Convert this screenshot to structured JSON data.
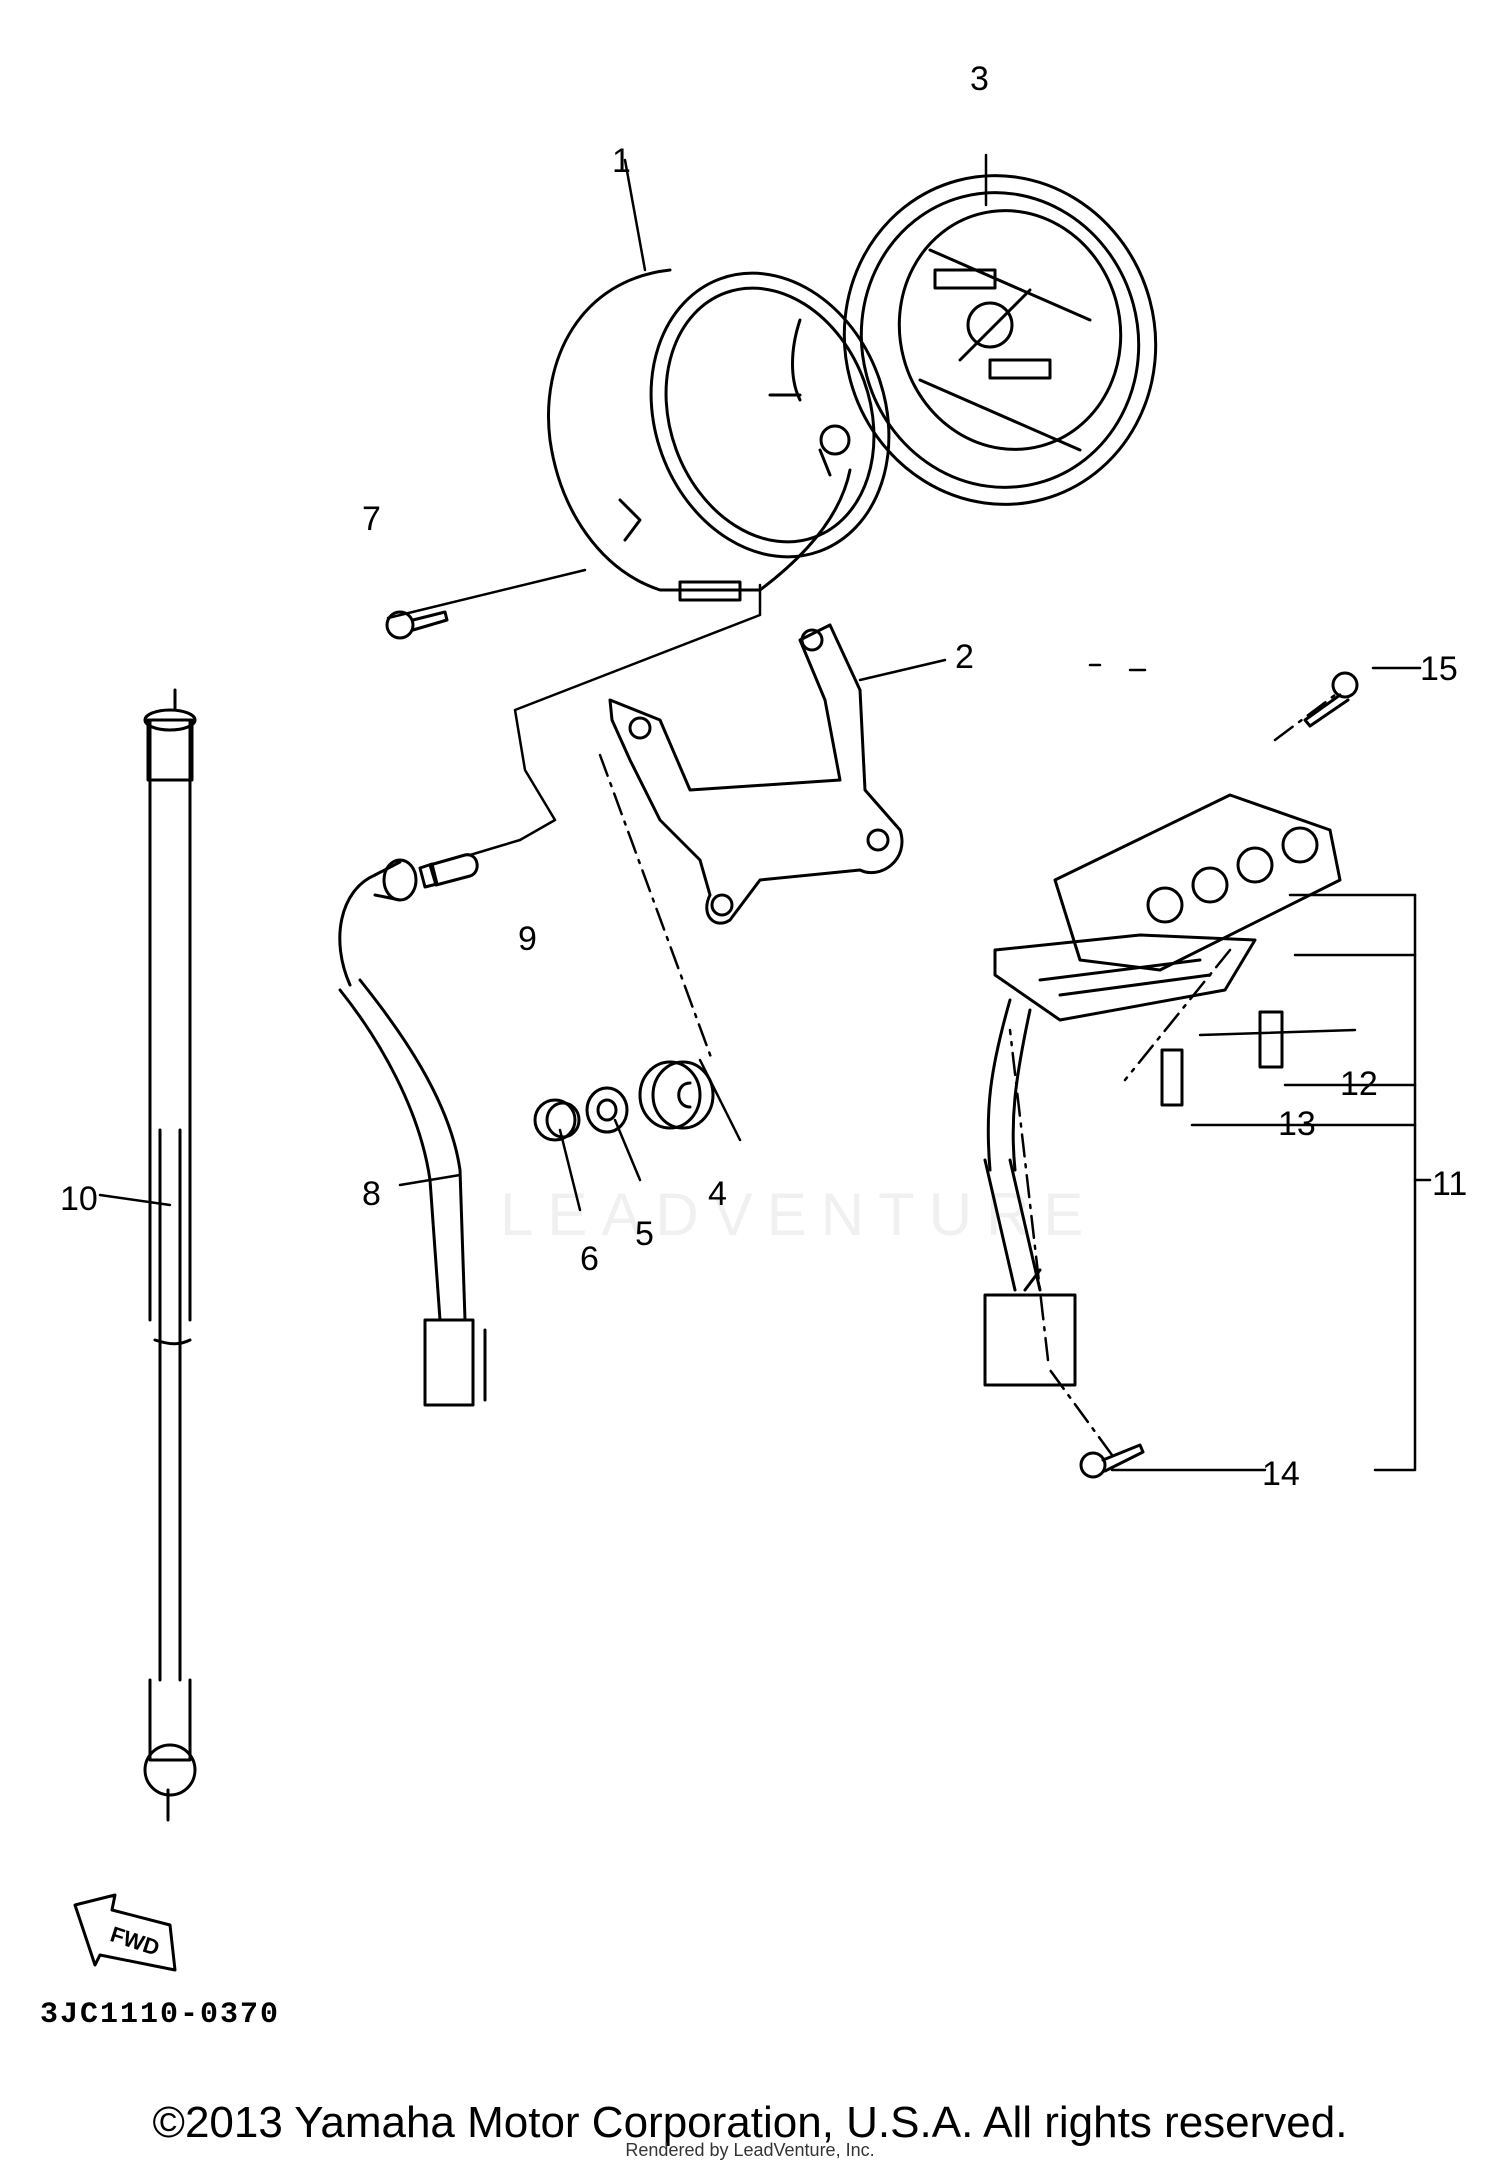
{
  "diagram": {
    "code": "3JC1110-0370",
    "fwd_label": "FWD",
    "callouts": [
      "1",
      "2",
      "3",
      "4",
      "5",
      "6",
      "7",
      "8",
      "9",
      "10",
      "11",
      "12",
      "13",
      "14",
      "15"
    ]
  },
  "watermark": "LEADVENTURE",
  "footer": {
    "copyright": "©2013 Yamaha Motor Corporation, U.S.A. All rights reserved.",
    "rendered_by": "Rendered by LeadVenture, Inc."
  }
}
